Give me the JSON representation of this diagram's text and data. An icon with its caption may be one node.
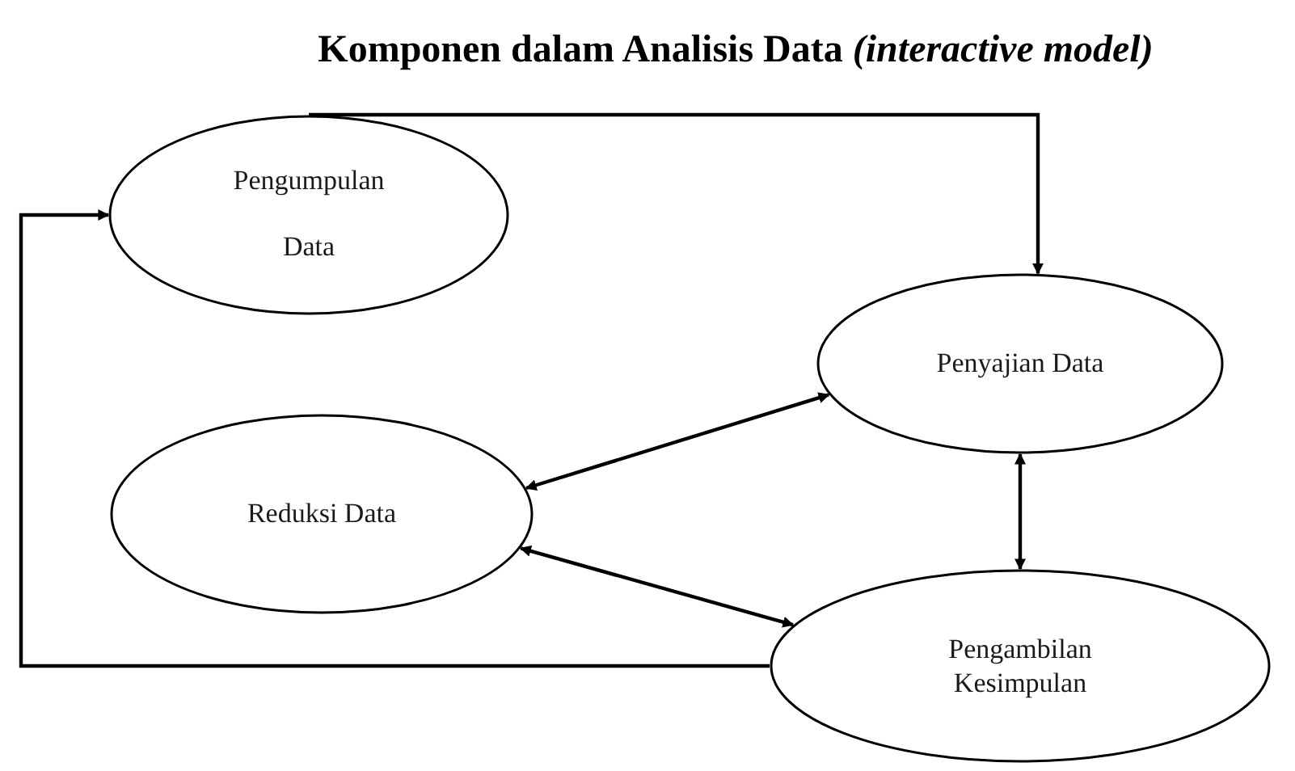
{
  "diagram": {
    "title": "Komponen dalam Analisis Data *(interactive model)*",
    "nodes": [
      {
        "text": [
          "Pengumpulan Data"
        ]
      },
      {
        "text": [
          "Penyajian Data"
        ]
      },
      {
        "text": [
          "Reduksi Data"
        ]
      },
      {
        "text": [
          "Pengambilan Kesimpulan"
        ]
      }
    ],
    "edges": [
      {
        "from": 0,
        "to": 1,
        "arrow": "to"
      },
      {
        "from": 3,
        "to": 0,
        "arrow": "to"
      },
      {
        "from": 1,
        "to": 2,
        "arrow": "both"
      },
      {
        "from": 2,
        "to": 3,
        "arrow": "both"
      },
      {
        "from": 1,
        "to": 3,
        "arrow": "both"
      }
    ]
  }
}
